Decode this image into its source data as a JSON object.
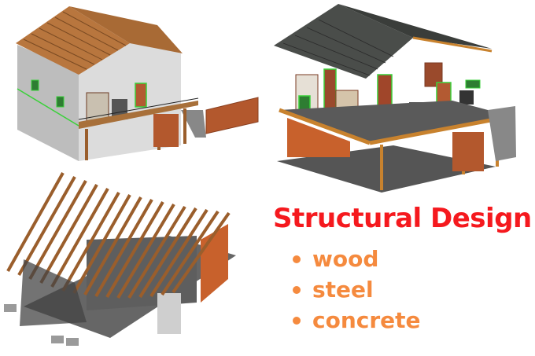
{
  "renders": [
    {
      "id": "house-a",
      "label": "Rendered two-story house with wood roof, deck and fence"
    },
    {
      "id": "house-b",
      "label": "Cutaway section of house with metal roof, interior and deck"
    },
    {
      "id": "house-c",
      "label": "Wood roof framing structure with exterior stairs"
    }
  ],
  "heading": "Structural Design",
  "materials": [
    {
      "label": "wood"
    },
    {
      "label": "steel"
    },
    {
      "label": "concrete"
    }
  ],
  "colors": {
    "heading": "#f5191e",
    "bullets": "#f58a3e",
    "wood": "#b8763e",
    "wall": "#d9d9d9",
    "highlight": "#3ad13a",
    "metal_roof": "#4a4d4a"
  }
}
